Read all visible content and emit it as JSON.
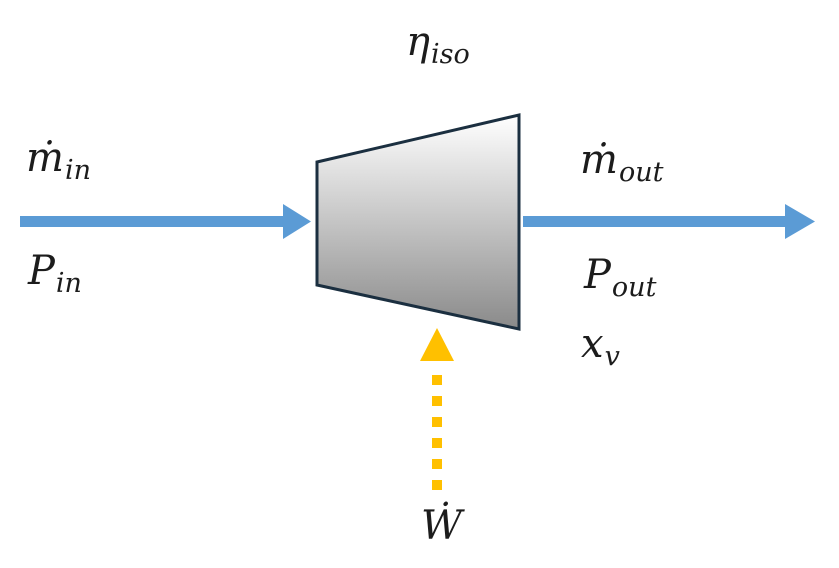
{
  "diagram": {
    "type": "process-flow-diagram",
    "component": {
      "shape": "trapezoid",
      "orientation": "narrow-left-wide-right"
    }
  },
  "colors": {
    "background": "#ffffff",
    "flow_arrow_blue": "#5B9BD5",
    "work_arrow_yellow": "#FFC000",
    "component_outline": "#1b2f40",
    "component_gradient_top": "#ffffff",
    "component_gradient_bottom": "#8a8a8a",
    "text": "#1c1c1c"
  },
  "labels": {
    "efficiency": {
      "base": "η",
      "sub": "iso"
    },
    "inlet_mass_flow": {
      "base": "ṁ",
      "sub": "in"
    },
    "inlet_pressure": {
      "base": "P",
      "sub": "in"
    },
    "outlet_mass_flow": {
      "base": "ṁ",
      "sub": "out"
    },
    "outlet_pressure": {
      "base": "P",
      "sub": "out"
    },
    "vapor_quality": {
      "base": "x",
      "sub": "v"
    },
    "work": {
      "base": "Ẇ",
      "sub": ""
    }
  },
  "arrows": [
    {
      "name": "inlet-flow-arrow",
      "direction": "right",
      "style": "solid",
      "color": "#5B9BD5"
    },
    {
      "name": "outlet-flow-arrow",
      "direction": "right",
      "style": "solid",
      "color": "#5B9BD5"
    },
    {
      "name": "work-input-arrow",
      "direction": "up",
      "style": "dashed",
      "color": "#FFC000"
    }
  ]
}
